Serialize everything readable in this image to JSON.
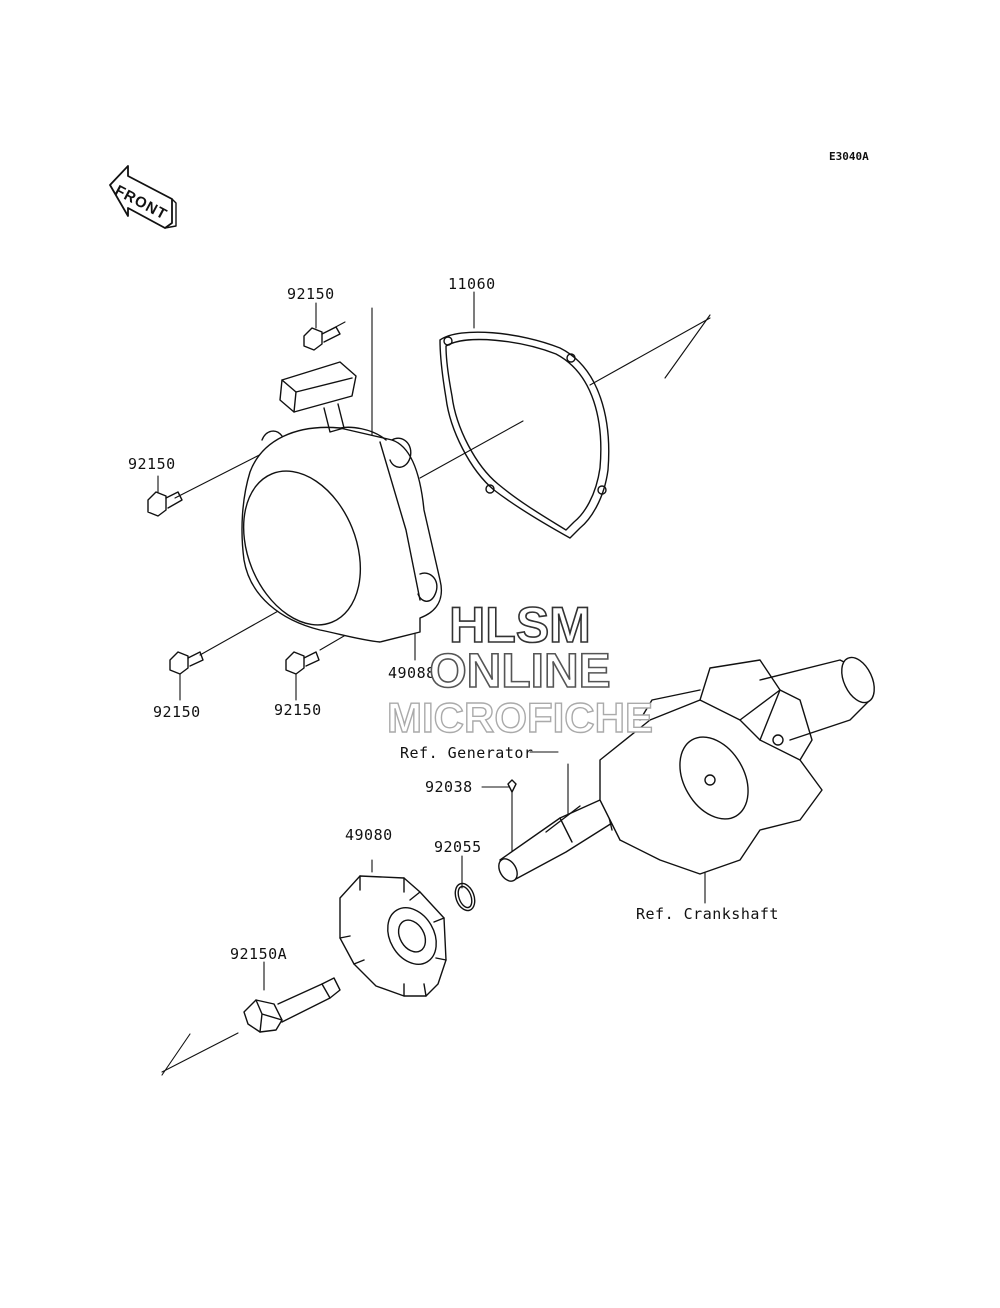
{
  "diagram": {
    "code": "E3040A",
    "front_label": "FRONT",
    "watermark": {
      "line1": "HLSM",
      "line2": "ONLINE",
      "line3": "MICROFICHE"
    },
    "parts": {
      "gasket": "11060",
      "bolt_top": "92150",
      "bolt_left": "92150",
      "bolt_bottom_left": "92150",
      "bolt_bottom_mid": "92150",
      "recoil_starter": "49088",
      "pulley": "49080",
      "o_ring": "92055",
      "key": "92038",
      "bolt_flange": "92150A",
      "ref_generator": "Ref. Generator",
      "ref_crankshaft": "Ref. Crankshaft"
    }
  }
}
